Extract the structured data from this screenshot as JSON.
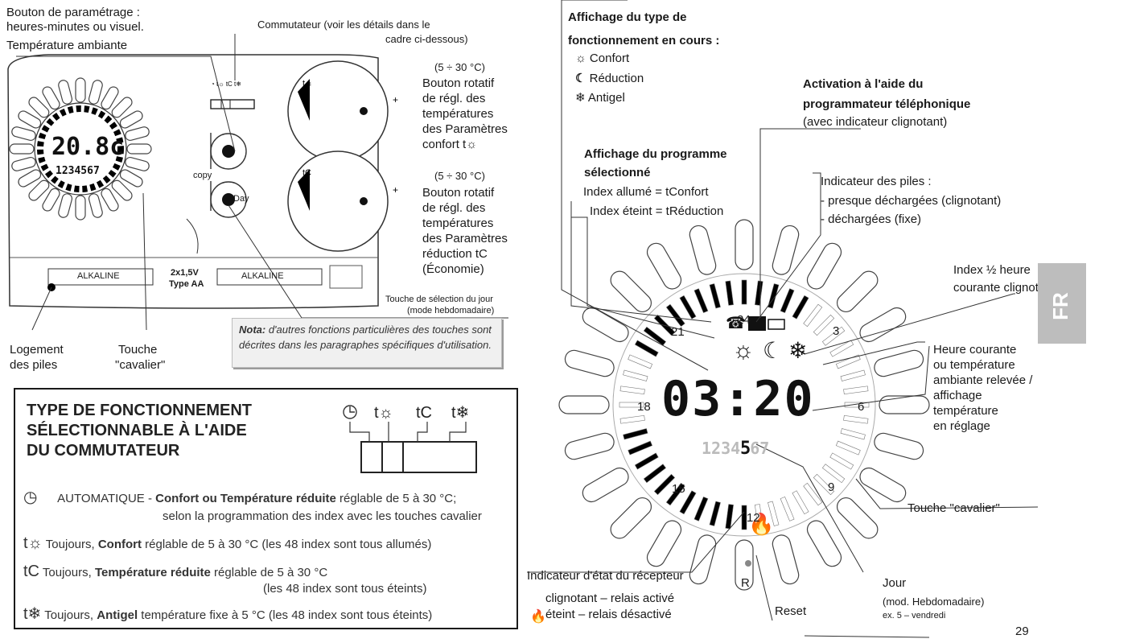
{
  "labels": {
    "settings_button_line1": "Bouton de paramétrage :",
    "settings_button_line2": "heures-minutes ou visuel.",
    "ambient_temp": "Température ambiante",
    "switch_line1": "Commutateur (voir les détails dans le",
    "switch_line2": "cadre ci-dessous)",
    "knob_comfort_range": "(5 ÷ 30 °C)",
    "knob_comfort_lines": [
      "Bouton rotatif",
      "de régl. des",
      "températures",
      "des Paramètres",
      "confort t☼"
    ],
    "knob_reduction_range": "(5 ÷ 30 °C)",
    "knob_reduction_lines": [
      "Bouton rotatif",
      "de régl. des",
      "températures",
      "des Paramètres",
      "réduction tC",
      "(Économie)"
    ],
    "day_key_line1": "Touche de sélection du jour",
    "day_key_line2": "(mode hebdomadaire)",
    "nota_bold": "Nota:",
    "nota_text": " d'autres fonctions particulières des touches sont décrites dans les paragraphes spécifiques d'utilisation.",
    "battery_housing_line1": "Logement",
    "battery_housing_line2": "des piles",
    "rider_key_line1": "Touche",
    "rider_key_line2": "\"cavalier\"",
    "mode_display_line1": "Affichage du type de",
    "mode_display_line2": "fonctionnement en cours :",
    "mode_comfort": "Confort",
    "mode_reduction": "Réduction",
    "mode_frost": "Antigel",
    "phone_line1": "Activation à l'aide du",
    "phone_line2": "programmateur téléphonique",
    "phone_line3": "(avec indicateur clignotant)",
    "program_line1": "Affichage du programme",
    "program_line2": "sélectionné",
    "index_on": "Index allumé = tConfort",
    "index_off": "Index éteint = tRéduction",
    "battery_ind_line1": "Indicateur des piles :",
    "battery_ind_line2": "- presque déchargées (clignotant)",
    "battery_ind_line3": "- déchargées (fixe)",
    "half_hour_line1": "Index ½ heure",
    "half_hour_line2": "courante clignotant",
    "current_time_lines": [
      "Heure courante",
      "ou température",
      "ambiante relevée /",
      "affichage",
      "température",
      "en réglage"
    ],
    "rider_key_right": "Touche \"cavalier\"",
    "receiver_title": "Indicateur d'état du récepteur",
    "receiver_on": "clignotant – relais activé",
    "receiver_off": "éteint – relais désactivé",
    "reset": "Reset",
    "day_title": "Jour",
    "day_line2": "(mod. Hebdomadaire)",
    "day_line3": "ex. 5 – vendredi",
    "page_number": "29",
    "side_tab": "FR"
  },
  "device": {
    "lcd_temp": "20.8c",
    "lcd_days": "1234567",
    "copy_label": "copy",
    "day_button": "Day",
    "battery_label_1": "ALKALINE",
    "battery_label_2": "ALKALINE",
    "battery_type_1": "2x1,5V",
    "battery_type_2": "Type  AA"
  },
  "dial": {
    "time": "03:20",
    "days": "1234567",
    "selected_day": "5",
    "hour_labels": [
      "24",
      "3",
      "6",
      "9",
      "12",
      "15",
      "18",
      "21"
    ],
    "reset_letter": "R"
  },
  "type_box": {
    "title_line1": "TYPE DE FONCTIONNEMENT",
    "title_line2": "SÉLECTIONNABLE À L'AIDE",
    "title_line3": "DU COMMUTATEUR",
    "auto_a": "AUTOMATIQUE - ",
    "auto_b": "Confort ou Température réduite",
    "auto_c": " réglable de 5 à 30 °C;",
    "auto_line2": "selon la programmation des index avec les touches cavalier",
    "comfort_a": "Toujours, ",
    "comfort_b": "Confort",
    "comfort_c": " réglable de 5 à 30 °C (les 48 index sont tous allumés)",
    "reduced_a": "Toujours, ",
    "reduced_b": "Température réduite",
    "reduced_c": " réglable de 5 à 30 °C",
    "reduced_line2": "(les 48 index sont tous éteints)",
    "frost_a": "Toujours, ",
    "frost_b": "Antigel",
    "frost_c": " température fixe à 5 °C (les 48 index sont tous éteints)"
  },
  "colors": {
    "ink": "#1a1a1a",
    "tab_gray": "#bdbdbd",
    "nota_bg": "#f0f0f0"
  }
}
